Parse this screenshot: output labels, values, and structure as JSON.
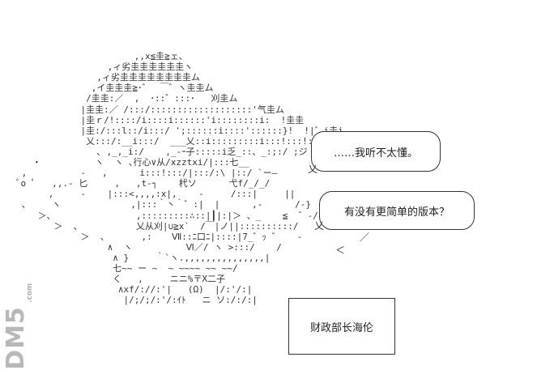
{
  "bubble1_text": "……我听不太懂。",
  "bubble2_text": "有没有更简单的版本？",
  "sign_text": "财政部长海伦",
  "logo_text": "DM5",
  "logo_suffix": ".com"
}
